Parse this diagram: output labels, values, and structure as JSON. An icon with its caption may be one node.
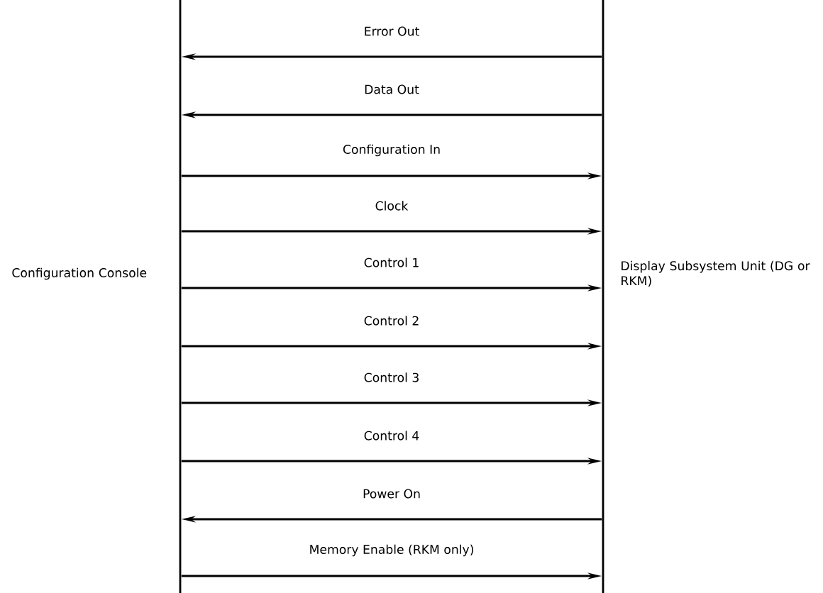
{
  "diagram": {
    "nodes": [
      {
        "text": [],
        "shape": "bar",
        "beside": [
          "Configuration Console"
        ]
      },
      {
        "text": [],
        "shape": "bar",
        "beside": [
          "Display Subsystem Unit (DG or RKM)"
        ]
      }
    ],
    "edges": [
      {
        "from": 1,
        "to": 0,
        "arrow": "to",
        "label": "Error Out"
      },
      {
        "from": 1,
        "to": 0,
        "arrow": "to",
        "label": "Data Out"
      },
      {
        "from": 0,
        "to": 1,
        "arrow": "to",
        "label": "Configuration In"
      },
      {
        "from": 0,
        "to": 1,
        "arrow": "to",
        "label": "Clock"
      },
      {
        "from": 0,
        "to": 1,
        "arrow": "to",
        "label": "Control 1"
      },
      {
        "from": 0,
        "to": 1,
        "arrow": "to",
        "label": "Control 2"
      },
      {
        "from": 0,
        "to": 1,
        "arrow": "to",
        "label": "Control 3"
      },
      {
        "from": 0,
        "to": 1,
        "arrow": "to",
        "label": "Control 4"
      },
      {
        "from": 1,
        "to": 0,
        "arrow": "to",
        "label": "Power On"
      },
      {
        "from": 0,
        "to": 1,
        "arrow": "to",
        "label": "Memory Enable (RKM only)"
      }
    ]
  }
}
